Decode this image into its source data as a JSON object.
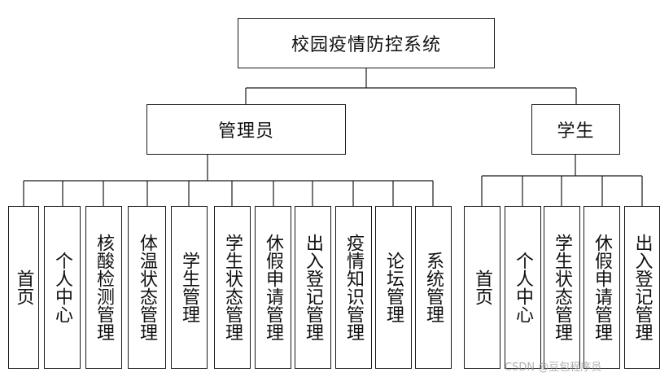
{
  "root": {
    "label": "校园疫情防控系统"
  },
  "admin": {
    "label": "管理员",
    "children": [
      "首页",
      "个人中心",
      "核酸检测管理",
      "体温状态管理",
      "学生管理",
      "学生状态管理",
      "休假申请管理",
      "出入登记管理",
      "疫情知识管理",
      "论坛管理",
      "系统管理"
    ]
  },
  "student": {
    "label": "学生",
    "children": [
      "首页",
      "个人中心",
      "学生状态管理",
      "休假申请管理",
      "出入登记管理"
    ]
  },
  "watermark": "CSDN @豆包程序员"
}
